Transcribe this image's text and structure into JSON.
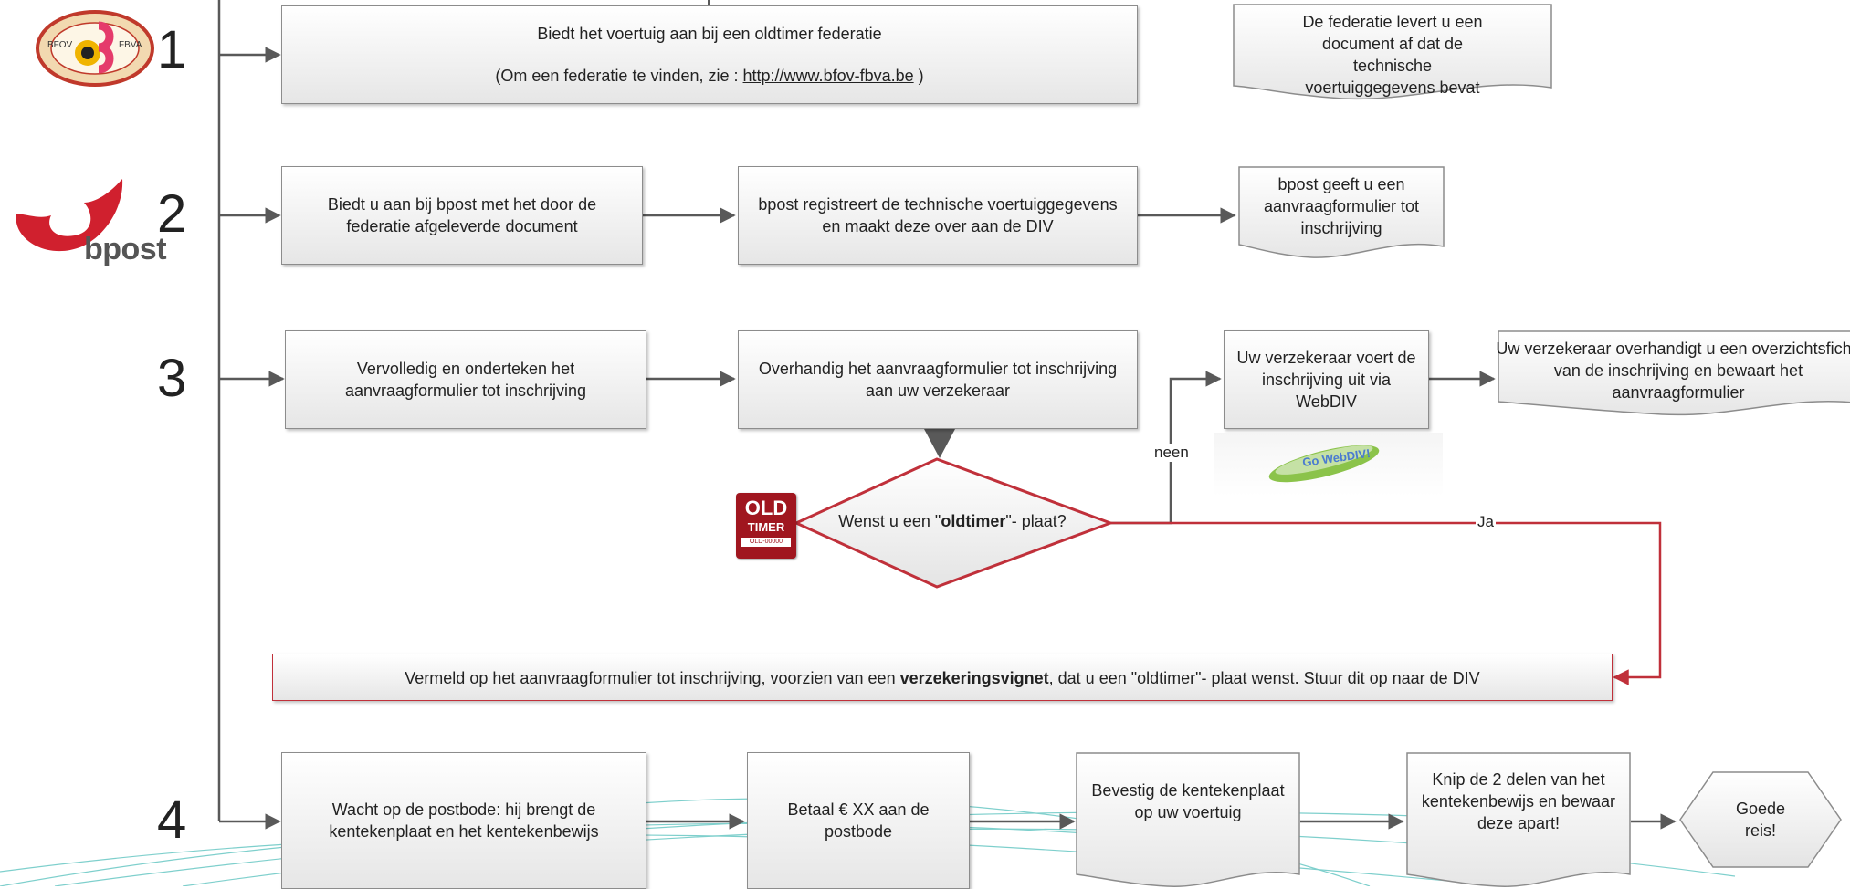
{
  "steps": [
    "1",
    "2",
    "3",
    "4"
  ],
  "logos": {
    "bfov": {
      "left": "BFOV",
      "right": "FBVA"
    },
    "bpost": {
      "text": "bpost"
    },
    "oldtimer": {
      "line1": "OLD",
      "line2": "TIMER",
      "line3": "OLD-00000"
    },
    "webdiv": {
      "text": "Go WebDIV!"
    }
  },
  "row1": {
    "box": {
      "line1": "Biedt het voertuig aan bij een oldtimer federatie",
      "line2_prefix": "(Om een federatie te vinden, zie : ",
      "link": "http://www.bfov-fbva.be",
      "line2_suffix": " )"
    },
    "doc": "De federatie levert u een document af dat de technische voertuiggegevens bevat"
  },
  "row2": {
    "box1": "Biedt u aan bij bpost met het door de federatie afgeleverde document",
    "box2": "bpost registreert de technische voertuiggegevens en maakt deze over aan de DIV",
    "doc": "bpost geeft u een aanvraagformulier tot inschrijving"
  },
  "row3": {
    "box1": "Vervolledig en onderteken het aanvraagformulier tot inschrijving",
    "box2": "Overhandig het aanvraagformulier tot inschrijving aan uw verzekeraar",
    "box3": "Uw verzekeraar voert de inschrijving uit via WebDIV",
    "doc": "Uw verzekeraar overhandigt u een overzichtsfiche van de inschrijving en bewaart het aanvraagformulier",
    "decision": {
      "prefix": "Wenst u een \"",
      "bold": "oldtimer",
      "suffix": "\"- plaat?"
    },
    "label_no": "neen",
    "label_yes": "Ja",
    "notice": {
      "prefix": "Vermeld op het aanvraagformulier tot inschrijving, voorzien van een ",
      "bold": "verzekeringsvignet",
      "suffix": ", dat u een \"oldtimer\"- plaat wenst. Stuur dit op naar de DIV"
    }
  },
  "row4": {
    "box1": "Wacht op de postbode: hij brengt de kentekenplaat en het kentekenbewijs",
    "box2": "Betaal € XX aan de postbode",
    "doc1": "Bevestig de kentekenplaat op uw voertuig",
    "doc2": "Knip de 2 delen van het kentekenbewijs en bewaar deze apart!",
    "end": "Goede reis!"
  },
  "colors": {
    "line": "#595959",
    "red": "#c0303a",
    "border": "#8c8c8c",
    "bpost_red": "#d0202e",
    "teal": "#5fc4c0"
  }
}
